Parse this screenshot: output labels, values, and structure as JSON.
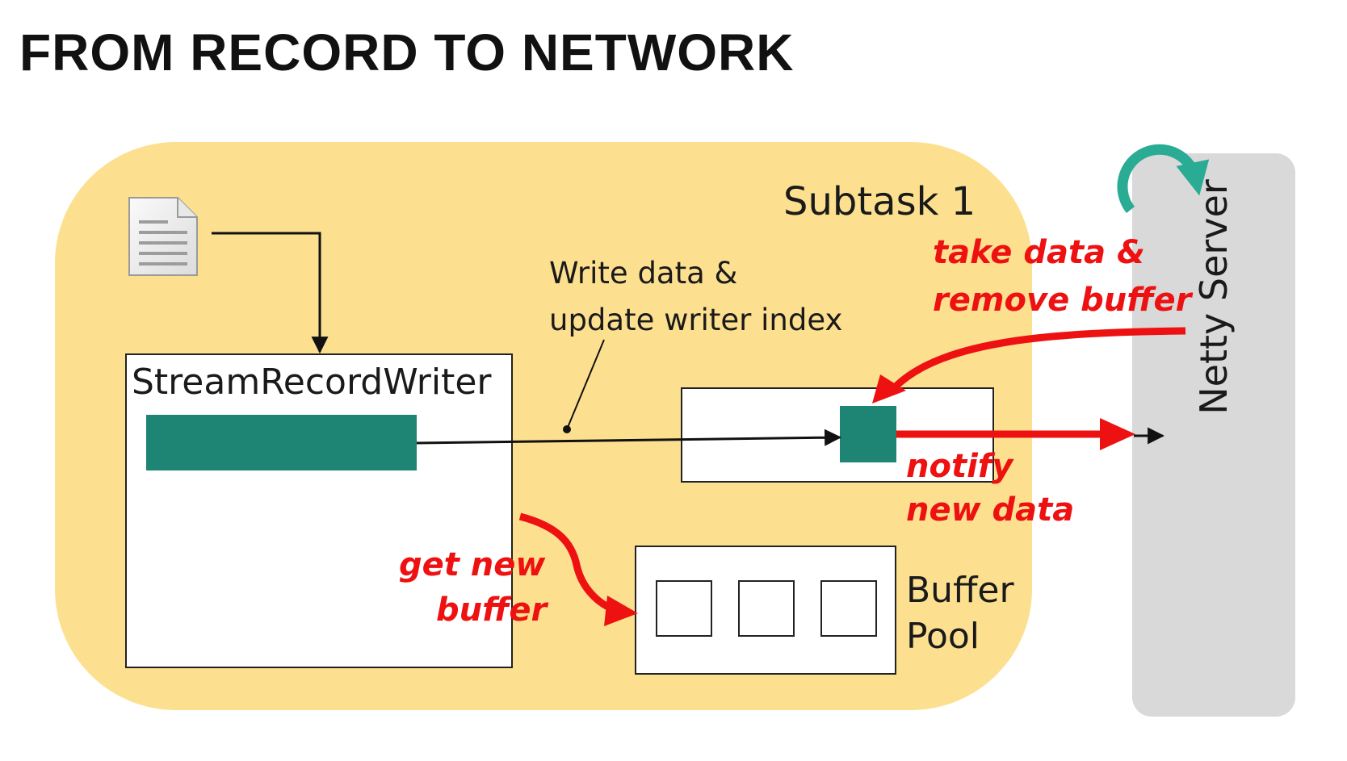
{
  "title": "FROM RECORD TO NETWORK",
  "subtask": {
    "label": "Subtask 1"
  },
  "writer": {
    "label": "StreamRecordWriter"
  },
  "buffer_pool": {
    "label_line1": "Buffer",
    "label_line2": "Pool",
    "slot_count": 3
  },
  "netty": {
    "label": "Netty Server"
  },
  "annotations": {
    "write_line1": "Write data &",
    "write_line2": "update writer index",
    "take_line1": "take data &",
    "take_line2": "remove buffer",
    "notify_line1": "notify",
    "notify_line2": "new data",
    "get_line1": "get new",
    "get_line2": "buffer"
  },
  "icons": {
    "document": "document-icon",
    "cycle": "cycle-arrow-icon"
  },
  "colors": {
    "subtask_fill": "#fde08f",
    "netty_fill": "#d9d9d9",
    "record_fill": "#1e8474",
    "buffer_fill": "#1e8474",
    "cycle_arrow": "#2aab93",
    "highlight_red": "#ee1111",
    "line": "#111111"
  }
}
